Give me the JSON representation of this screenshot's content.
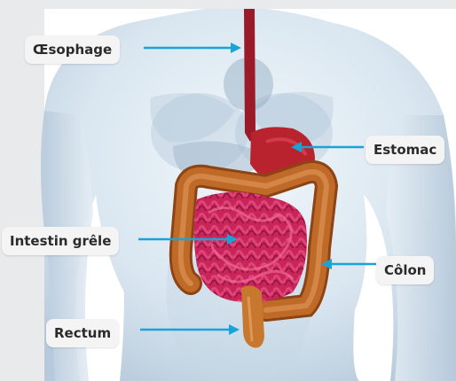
{
  "labels": {
    "oesophage": "Œsophage",
    "estomac": "Estomac",
    "intestin_grele": "Intestin grêle",
    "colon": "Côlon",
    "rectum": "Rectum"
  },
  "colors": {
    "arrow": "#1aa3d6",
    "body": "#c8d8e6",
    "small_intestine": "#c8265a",
    "colon": "#c06a2a",
    "stomach": "#b8232e",
    "esophagus": "#9a1a2a"
  }
}
